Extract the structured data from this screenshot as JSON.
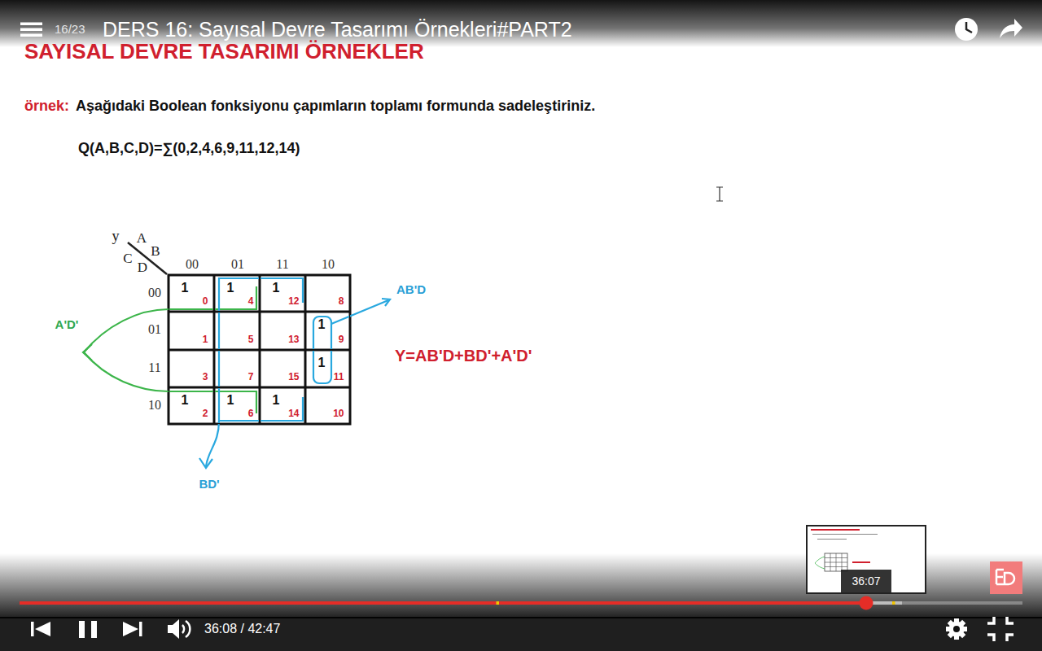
{
  "diagram": {
    "title": "SAYISAL DEVRE TASARIMI ÖRNEKLER",
    "nodes": [
      {
        "text": [
          "1",
          "0"
        ]
      },
      {
        "text": [
          "1",
          "4"
        ]
      },
      {
        "text": [
          "1",
          "12"
        ]
      },
      {
        "text": [
          "8"
        ]
      },
      {
        "text": [
          "1"
        ]
      },
      {
        "text": [
          "5"
        ]
      },
      {
        "text": [
          "13"
        ]
      },
      {
        "text": [
          "1",
          "9"
        ]
      },
      {
        "text": [
          "3"
        ]
      },
      {
        "text": [
          "7"
        ]
      },
      {
        "text": [
          "15"
        ]
      },
      {
        "text": [
          "1",
          "11"
        ]
      },
      {
        "text": [
          "1",
          "2"
        ]
      },
      {
        "text": [
          "1",
          "6"
        ]
      },
      {
        "text": [
          "1",
          "14"
        ]
      },
      {
        "text": [
          "10"
        ]
      }
    ],
    "labels": [
      "16/23",
      "DERS 16: Sayısal Devre Tasarımı Örnekleri#PART2",
      "örnek:",
      "Aşağıdaki Boolean fonksiyonu çapımların toplamı formunda sadeleştiriniz.",
      "Q(A,B,C,D)=∑(0,2,4,6,9,11,12,14)",
      "y",
      "A",
      "B",
      "C",
      "D",
      "00",
      "01",
      "11",
      "10",
      "00",
      "01",
      "11",
      "10",
      "A'D'",
      "AB'D",
      "Y=AB'D+BD'+A'D'",
      "BD'",
      "36:07",
      "36:08 / 42:47"
    ]
  }
}
